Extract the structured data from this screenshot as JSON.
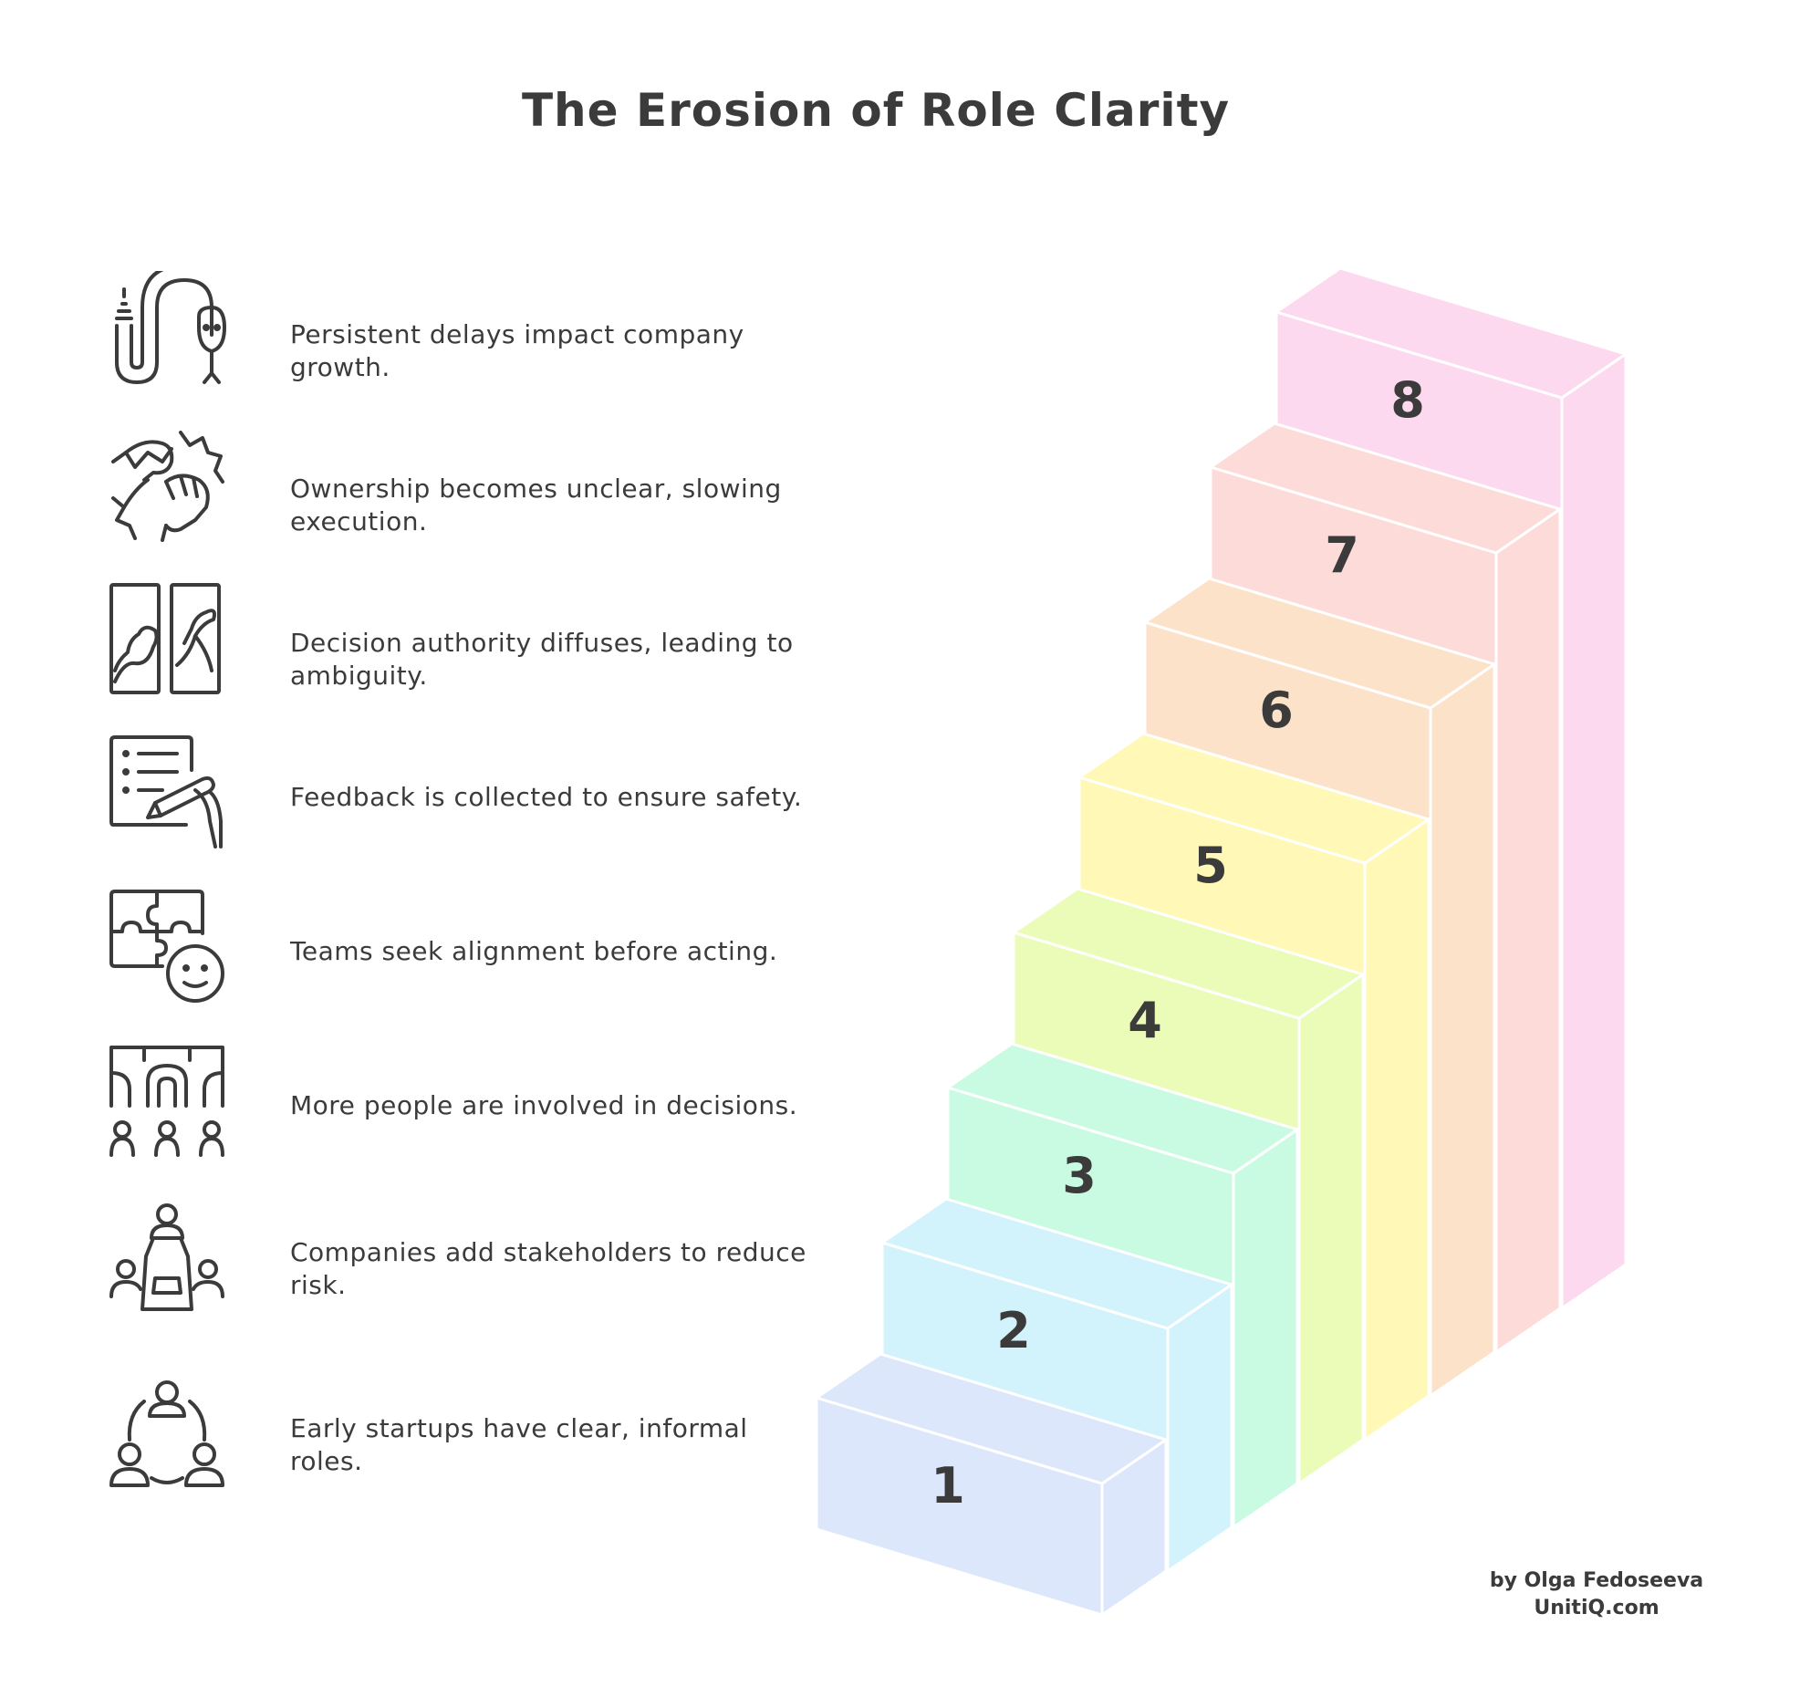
{
  "title": "The Erosion of Role Clarity",
  "steps": [
    {
      "number": "1",
      "text": "Early startups have clear, informal roles.",
      "color": "#dce7fb",
      "icon": "team-circle-icon"
    },
    {
      "number": "2",
      "text": "Companies add stakeholders to reduce risk.",
      "color": "#d2f3fb",
      "icon": "meeting-table-icon"
    },
    {
      "number": "3",
      "text": "More people are involved in decisions.",
      "color": "#c8fbe1",
      "icon": "people-network-icon"
    },
    {
      "number": "4",
      "text": "Teams seek alignment before acting.",
      "color": "#ebfcb9",
      "icon": "puzzle-face-icon"
    },
    {
      "number": "5",
      "text": "Feedback is collected to ensure safety.",
      "color": "#fff8b6",
      "icon": "checklist-pen-icon"
    },
    {
      "number": "6",
      "text": "Decision authority diffuses, leading to ambiguity.",
      "color": "#fde2ca",
      "icon": "split-panels-icon"
    },
    {
      "number": "7",
      "text": "Ownership becomes unclear, slowing execution.",
      "color": "#fddbd8",
      "icon": "reaching-hands-icon"
    },
    {
      "number": "8",
      "text": "Persistent delays impact company growth.",
      "color": "#fdd9ef",
      "icon": "snake-icon"
    }
  ],
  "credit": {
    "author": "by Olga Fedoseeva",
    "site": "UnitiQ.com"
  }
}
